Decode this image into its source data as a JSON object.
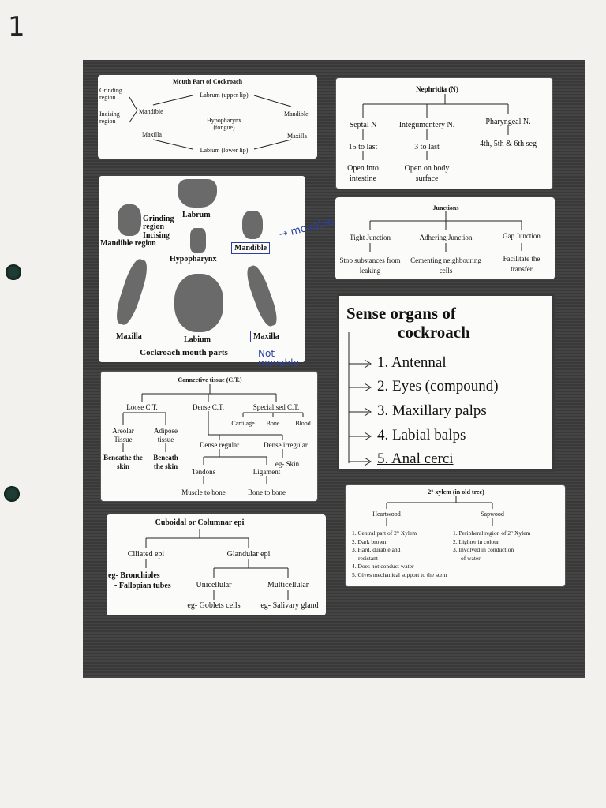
{
  "corner_mark": "1",
  "mouth_chart": {
    "title": "Mouth Part of Cockroach",
    "grinding_region": "Grinding region",
    "incising_region": "Incising region",
    "labrum": "Labrum (upper lip)",
    "mandible_left": "Mandible",
    "mandible_right": "Mandible",
    "hypopharynx": "Hypopharynx (tongue)",
    "maxilla_left": "Maxilla",
    "maxilla_right": "Maxilla",
    "labium": "Labium (lower lip)"
  },
  "mouth_figure": {
    "labrum": "Labrum",
    "grinding": "Grinding region",
    "incising": "Incising",
    "mandible_region": "Mandible region",
    "mandible": "Mandible",
    "hypopharynx": "Hypopharynx",
    "maxilla_left": "Maxilla",
    "labium": "Labium",
    "maxilla_right": "Maxilla",
    "caption": "Cockroach mouth parts"
  },
  "handwriting": {
    "movable": "movable",
    "not_movable": "Not movable"
  },
  "nephridia": {
    "title": "Nephridia (N)",
    "cols": [
      {
        "name": "Septal N",
        "range": "15 to last",
        "note": "Open into intestine"
      },
      {
        "name": "Integumentery N.",
        "range": "3 to last",
        "note": "Open on body surface"
      },
      {
        "name": "Pharyngeal N.",
        "range": "4th, 5th & 6th seg",
        "note": ""
      }
    ]
  },
  "junctions": {
    "title": "Junctions",
    "cols": [
      {
        "name": "Tight Junction",
        "note": "Stop substances from leaking"
      },
      {
        "name": "Adhering Junction",
        "note": "Cementing neighbouring cells"
      },
      {
        "name": "Gap Junction",
        "note": "Facilitate the transfer"
      }
    ]
  },
  "sense": {
    "title_line1": "Sense organs of",
    "title_line2": "cockroach",
    "items": [
      "1. Antennal",
      "2. Eyes (compound)",
      "3. Maxillary  palps",
      "4. Labial balps",
      "5. Anal cerci"
    ]
  },
  "connective": {
    "title": "Connective tissue (C.T.)",
    "loose": "Loose C.T.",
    "dense": "Dense C.T.",
    "specialised": "Specialised C.T.",
    "areolar": "Areolar Tissue",
    "adipose": "Adipose tissue",
    "areolar_loc": "Beneathe the skin",
    "adipose_loc": "Beneath the skin",
    "cartilage": "Cartilage",
    "bone": "Bone",
    "blood": "Blood",
    "dense_regular": "Dense regular",
    "dense_irregular": "Dense irregular",
    "skin": "eg- Skin",
    "tendons": "Tendons",
    "ligament": "Ligament",
    "tendons_note": "Muscle to bone",
    "ligament_note": "Bone to bone"
  },
  "xylem": {
    "title": "2° xylem (in old tree)",
    "heartwood": "Heartwood",
    "sapwood": "Sapwood",
    "heart_points": [
      "1. Central part of 2° Xylem",
      "2. Dark brown",
      "3. Hard, durable and",
      "resistant",
      "4. Does not conduct water",
      "5. Gives mechanical support to the stem"
    ],
    "sap_points": [
      "1. Peripheral region of 2° Xylem",
      "2. Lighter in colour",
      "3. Involved in conduction",
      "of water"
    ]
  },
  "epithelium": {
    "title": "Cuboidal or Columnar epi",
    "ciliated": "Ciliated epi",
    "glandular": "Glandular epi",
    "eg1": "eg- Bronchioles",
    "eg2": "- Fallopian tubes",
    "unicellular": "Unicellular",
    "multicellular": "Multicellular",
    "goblet": "eg- Goblets cells",
    "salivary": "eg- Salivary gland"
  }
}
